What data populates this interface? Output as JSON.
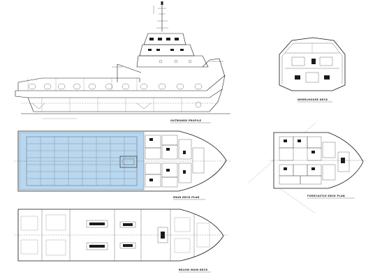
{
  "views": {
    "profile": {
      "title": "OUTBOARD PROFILE"
    },
    "wheelhouse": {
      "title": "WHEELHOUSE DECK"
    },
    "main_deck": {
      "title": "MAIN DECK PLAN"
    },
    "forecastle": {
      "title": "FORECASTLE DECK PLAN"
    },
    "below_main": {
      "title": "BELOW MAIN DECK"
    }
  },
  "colors": {
    "line": "#1a1a1a",
    "cargo_deck_fill": "#b9d7ef",
    "cargo_deck_stroke": "#6a9dc8",
    "background": "#ffffff"
  }
}
